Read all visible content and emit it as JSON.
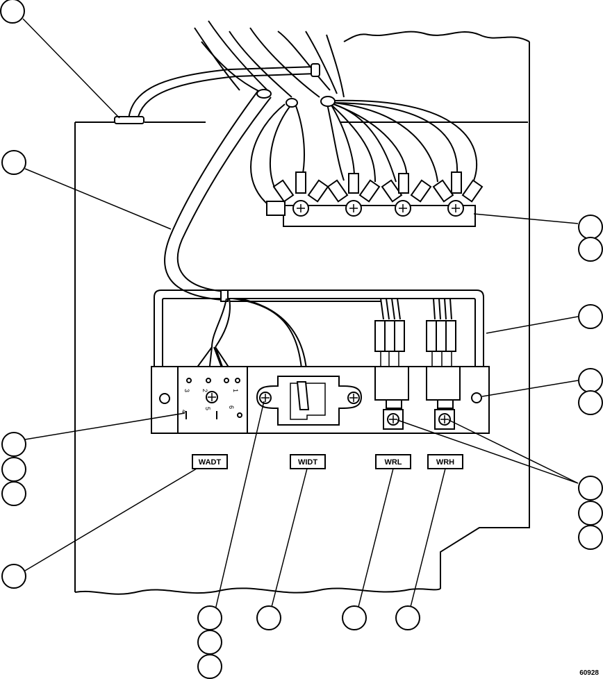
{
  "labels": {
    "wadt": "WADT",
    "widt": "WIDT",
    "wrl": "WRL",
    "wrh": "WRH"
  },
  "terminal_numbers": {
    "t3": "3",
    "t2": "2",
    "t1": "1",
    "t4": "4",
    "t5": "5",
    "t6": "6"
  },
  "figure_number": "60928"
}
